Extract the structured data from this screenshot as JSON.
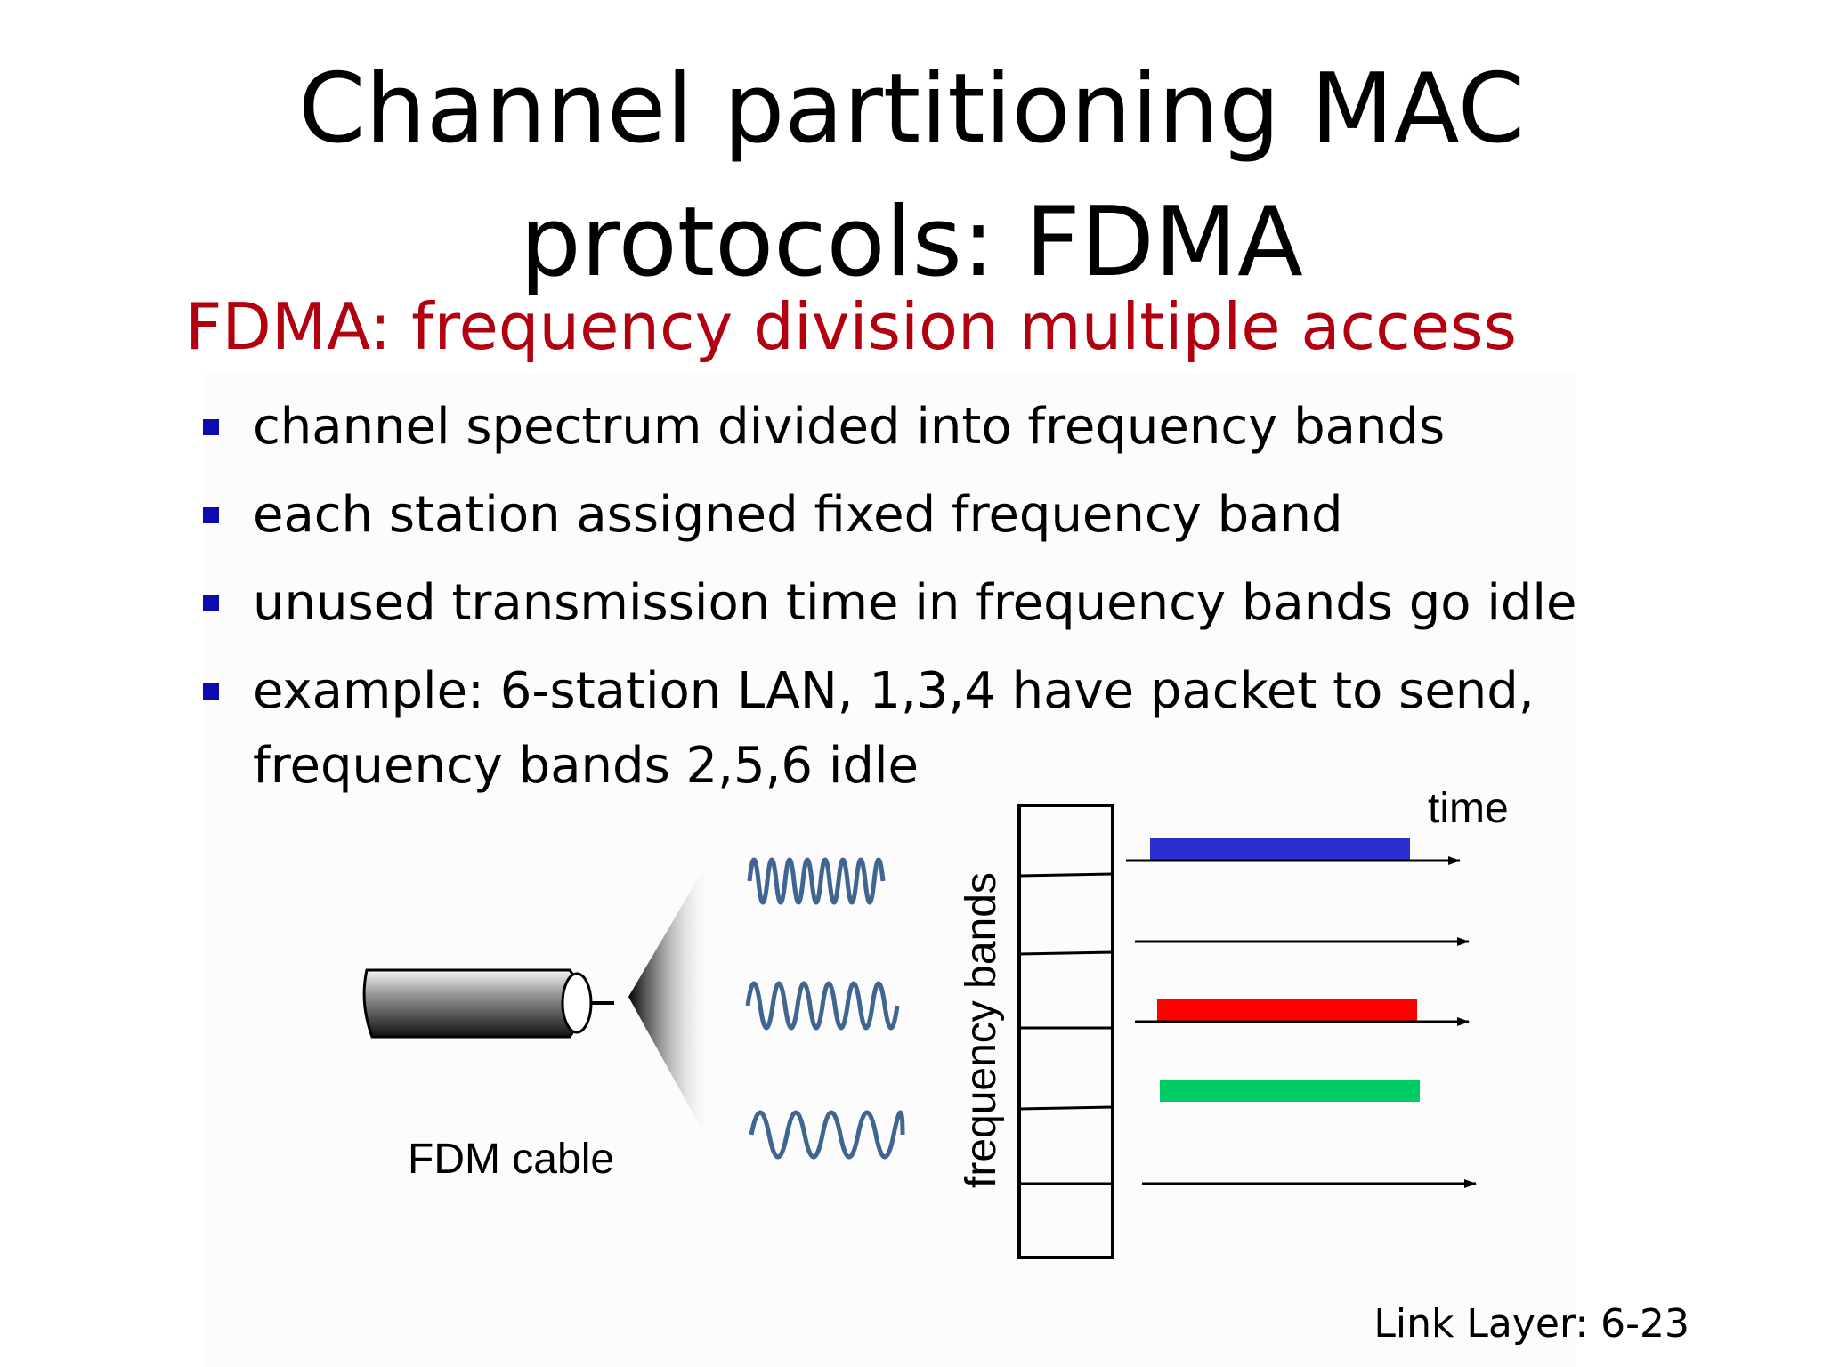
{
  "slide": {
    "title_line1": "Channel partitioning MAC",
    "title_line2": "protocols: FDMA",
    "subtitle": "FDMA: frequency division multiple access",
    "bullets": [
      "channel spectrum divided into frequency bands",
      "each station assigned fixed frequency band",
      "unused transmission time in frequency bands go idle",
      "example: 6-station LAN, 1,3,4 have packet to send, frequency bands 2,5,6 idle"
    ],
    "footer": "Link Layer: 6-23"
  },
  "diagram": {
    "cable_label": "FDM cable",
    "axis_label_time": "time",
    "axis_label_bands": "frequency bands",
    "band_count": 6,
    "active_bands": [
      {
        "band": 1,
        "color": "#2b2fd0"
      },
      {
        "band": 3,
        "color": "#ff0000"
      },
      {
        "band": 4,
        "color": "#00cc66"
      }
    ],
    "idle_bands": [
      2,
      5,
      6
    ],
    "wave_color": "#3f6590",
    "colors": {
      "subtitle": "#b3000f",
      "bullet": "#0b0ea8"
    }
  }
}
